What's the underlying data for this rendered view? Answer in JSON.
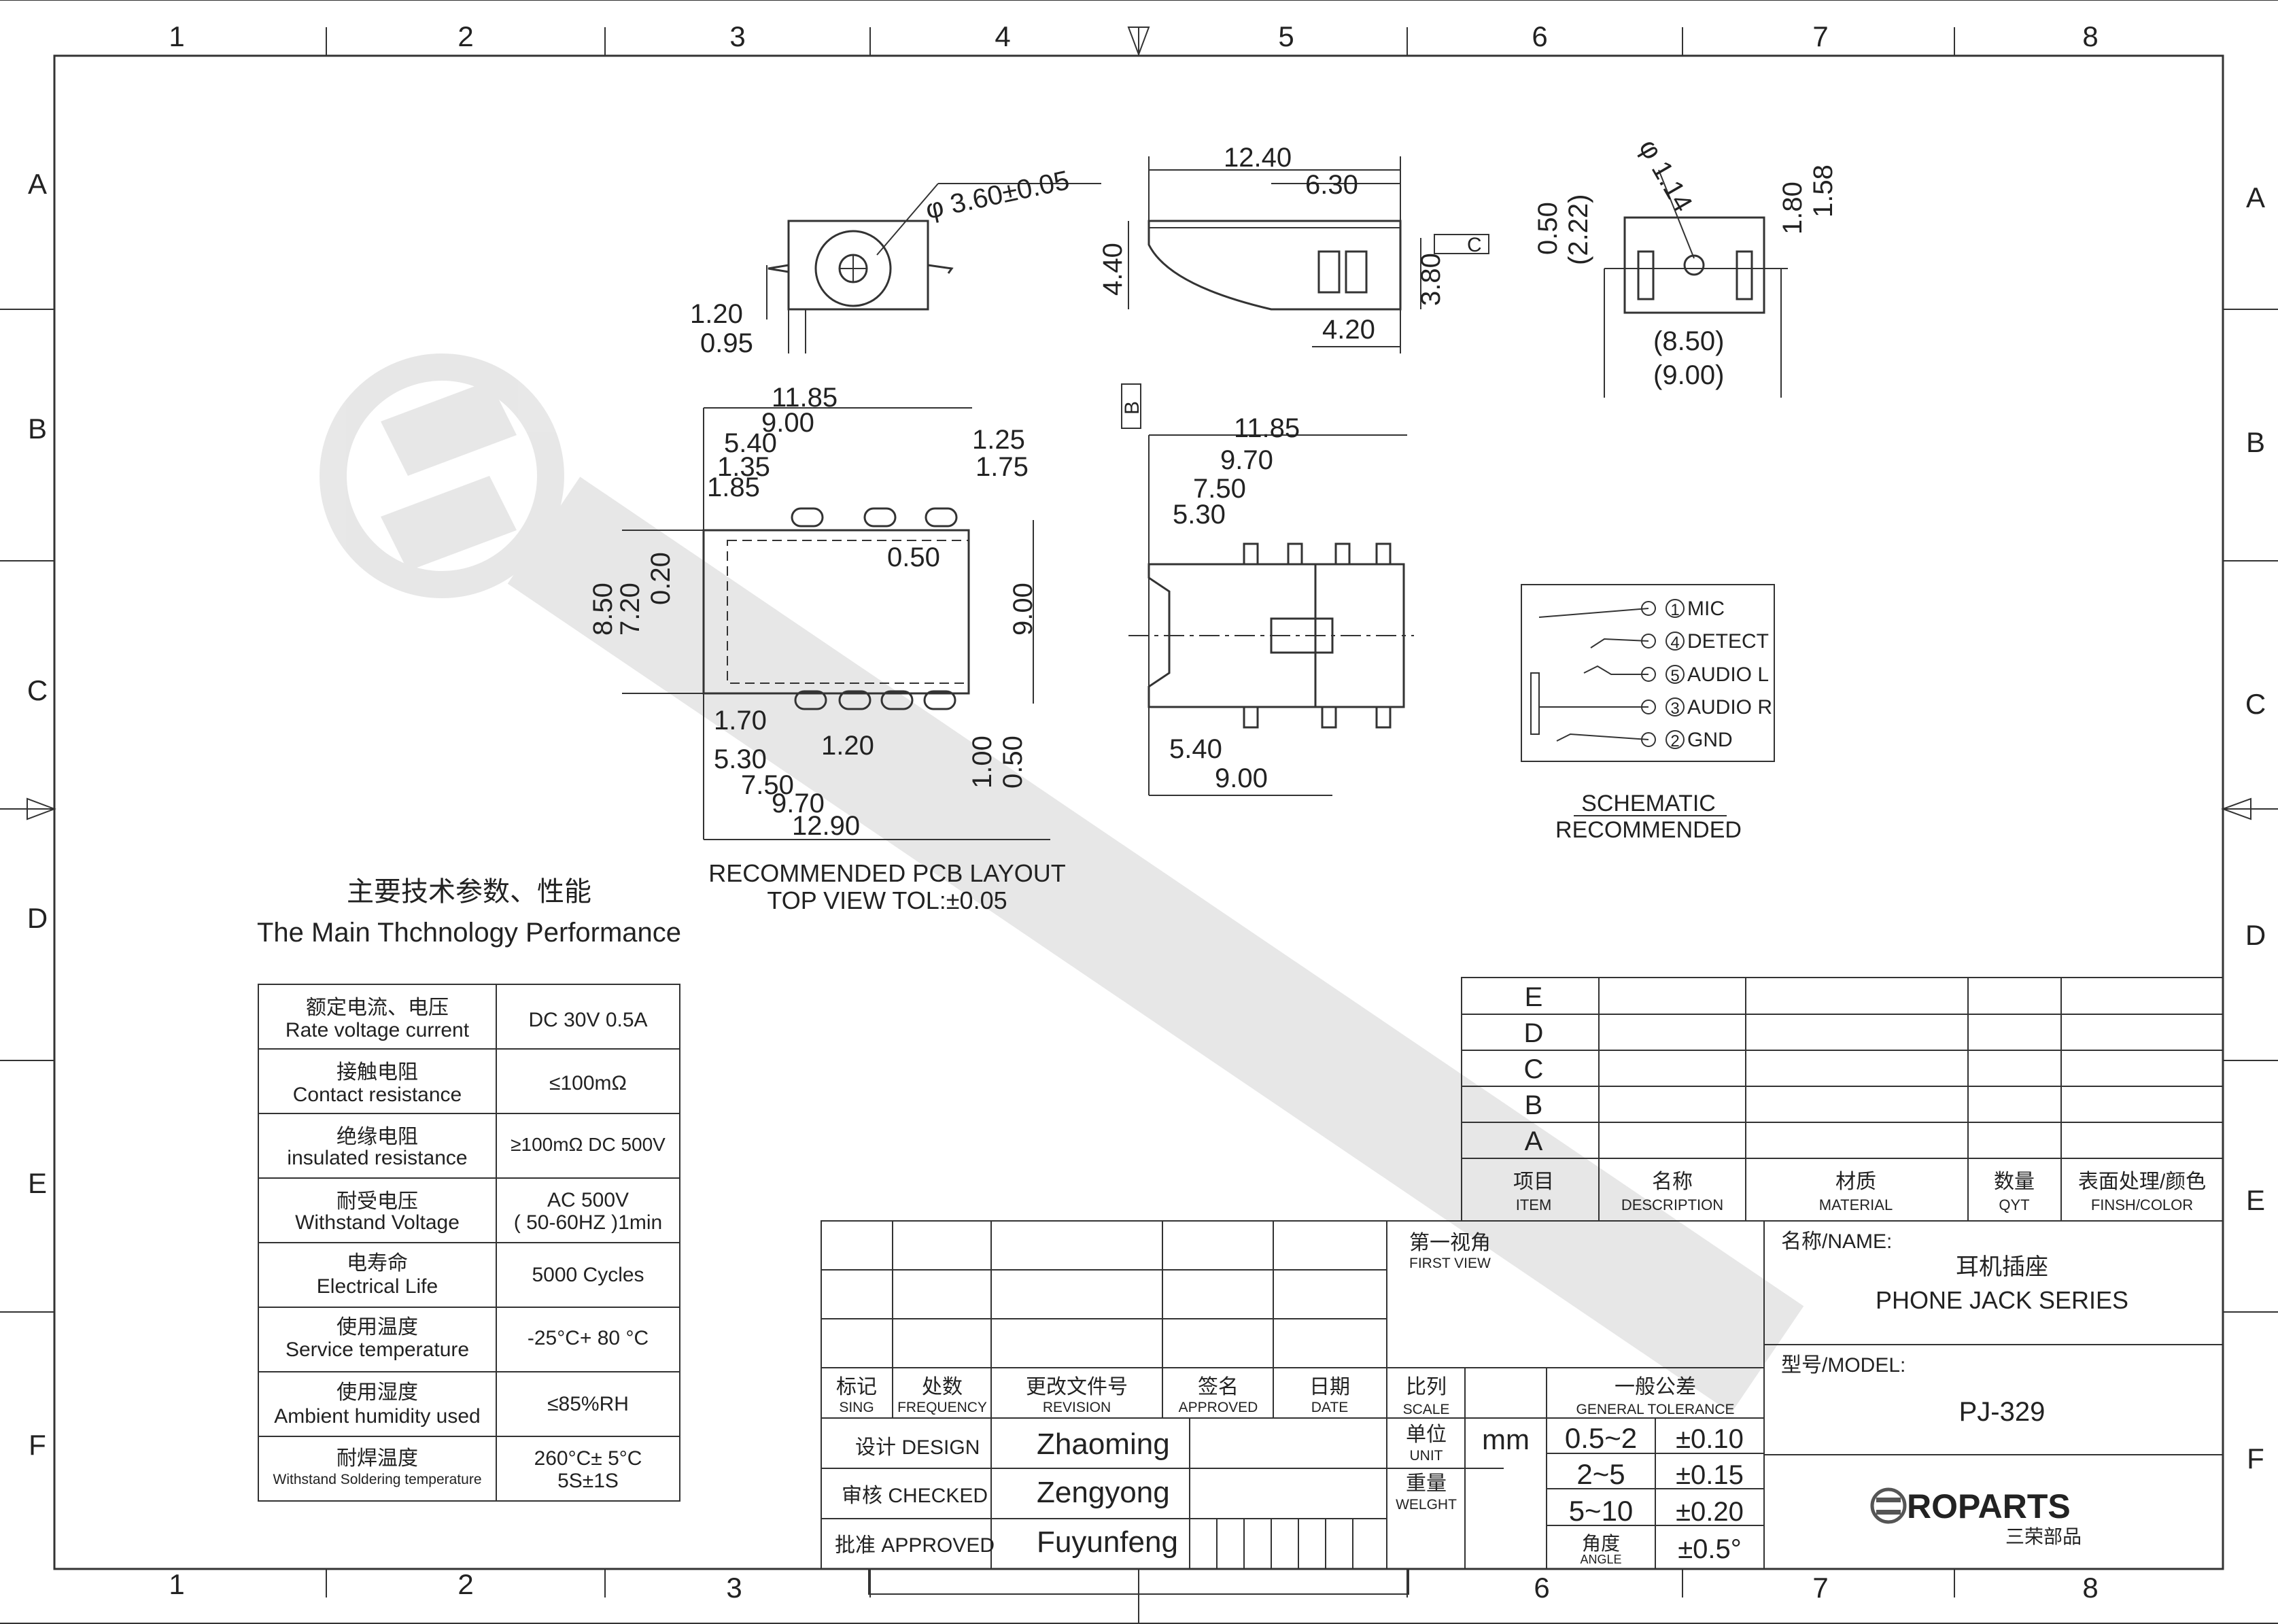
{
  "frame": {
    "cols": [
      "1",
      "2",
      "3",
      "4",
      "5",
      "6",
      "7",
      "8"
    ],
    "rows": [
      "A",
      "B",
      "C",
      "D",
      "E",
      "F"
    ]
  },
  "views": {
    "front": {
      "dia": "φ 3.60±0.05",
      "d1": "1.20",
      "d2": "0.95"
    },
    "side": {
      "d1": "12.40",
      "d2": "6.30",
      "d3": "4.40",
      "d4": "3.80",
      "d5": "4.20",
      "datum_c": "C"
    },
    "end": {
      "dia": "φ 1.14",
      "d1": "0.50",
      "d2": "(2.22)",
      "d3": "1.80",
      "d4": "1.58",
      "d5": "(8.50)",
      "d6": "(9.00)"
    },
    "pcb": {
      "top": [
        "11.85",
        "9.00",
        "5.40",
        "1.35",
        "1.85",
        "1.25",
        "1.75"
      ],
      "mid": [
        "0.50",
        "0.20",
        "7.20",
        "8.50",
        "9.00"
      ],
      "bottom": [
        "1.70",
        "5.30",
        "1.20",
        "7.50",
        "9.70",
        "12.90",
        "1.00",
        "0.50"
      ],
      "caption1": "RECOMMENDED PCB LAYOUT",
      "caption2": "TOP VIEW TOL:±0.05"
    },
    "top": {
      "datum_b": "B",
      "d1": "11.85",
      "d2": "9.70",
      "d3": "7.50",
      "d4": "5.30",
      "d5": "5.40",
      "d6": "9.00"
    }
  },
  "schematic": {
    "pins": [
      {
        "num": "1",
        "label": "MIC"
      },
      {
        "num": "4",
        "label": "DETECT"
      },
      {
        "num": "5",
        "label": "AUDIO L"
      },
      {
        "num": "3",
        "label": "AUDIO R"
      },
      {
        "num": "2",
        "label": "GND"
      }
    ],
    "caption1": "SCHEMATIC",
    "caption2": "RECOMMENDED"
  },
  "specs": {
    "title_cn": "主要技术参数、性能",
    "title_en": "The Main Thchnology Performance",
    "rows": [
      {
        "cn": "额定电流、电压",
        "en": "Rate voltage current",
        "value": "DC 30V  0.5A"
      },
      {
        "cn": "接触电阻",
        "en": "Contact resistance",
        "value": "≤100mΩ"
      },
      {
        "cn": "绝缘电阻",
        "en": "insulated resistance",
        "value": "≥100mΩ DC 500V"
      },
      {
        "cn": "耐受电压",
        "en": "Withstand Voltage",
        "value": "AC 500V",
        "value2": "( 50-60HZ )1min"
      },
      {
        "cn": "电寿命",
        "en": "Electrical Life",
        "value": "5000 Cycles"
      },
      {
        "cn": "使用温度",
        "en": "Service temperature",
        "value": "-25°C+ 80 °C"
      },
      {
        "cn": "使用湿度",
        "en": "Ambient humidity used",
        "value": "≤85%RH"
      },
      {
        "cn": "耐焊温度",
        "en": "Withstand Soldering temperature",
        "value": "260°C± 5°C",
        "value2": "5S±1S"
      }
    ]
  },
  "parts_table": {
    "rows": [
      "E",
      "D",
      "C",
      "B",
      "A"
    ],
    "headers": [
      {
        "cn": "项目",
        "en": "ITEM"
      },
      {
        "cn": "名称",
        "en": "DESCRIPTION"
      },
      {
        "cn": "材质",
        "en": "MATERIAL"
      },
      {
        "cn": "数量",
        "en": "QYT"
      },
      {
        "cn": "表面处理/颜色",
        "en": "FINSH/COLOR"
      }
    ]
  },
  "revision": {
    "headers": [
      {
        "cn": "标记",
        "en": "SING"
      },
      {
        "cn": "处数",
        "en": "FREQUENCY"
      },
      {
        "cn": "更改文件号",
        "en": "REVISION"
      },
      {
        "cn": "签名",
        "en": "APPROVED"
      },
      {
        "cn": "日期",
        "en": "DATE"
      }
    ],
    "design_label": "设计 DESIGN",
    "design_name": "Zhaoming",
    "checked_label": "审核 CHECKED",
    "checked_name": "Zengyong",
    "approved_label": "批准 APPROVED",
    "approved_name": "Fuyunfeng"
  },
  "title_block": {
    "first_view_cn": "第一视角",
    "first_view_en": "FIRST VIEW",
    "scale_cn": "比列",
    "scale_en": "SCALE",
    "tolerance_cn": "一般公差",
    "tolerance_en": "GENERAL TOLERANCE",
    "unit_cn": "单位",
    "unit_en": "UNIT",
    "unit_value": "mm",
    "weight_cn": "重量",
    "weight_en": "WELGHT",
    "tolerances": [
      {
        "range": "0.5~2",
        "tol": "±0.10"
      },
      {
        "range": "2~5",
        "tol": "±0.15"
      },
      {
        "range": "5~10",
        "tol": "±0.20"
      }
    ],
    "angle_cn": "角度",
    "angle_en": "ANGLE",
    "angle_tol": "±0.5°",
    "name_label": "名称/NAME:",
    "name_cn": "耳机插座",
    "name_en": "PHONE JACK SERIES",
    "model_label": "型号/MODEL:",
    "model": "PJ-329",
    "logo_text": "ROPARTS",
    "logo_sub": "三荣部品"
  }
}
